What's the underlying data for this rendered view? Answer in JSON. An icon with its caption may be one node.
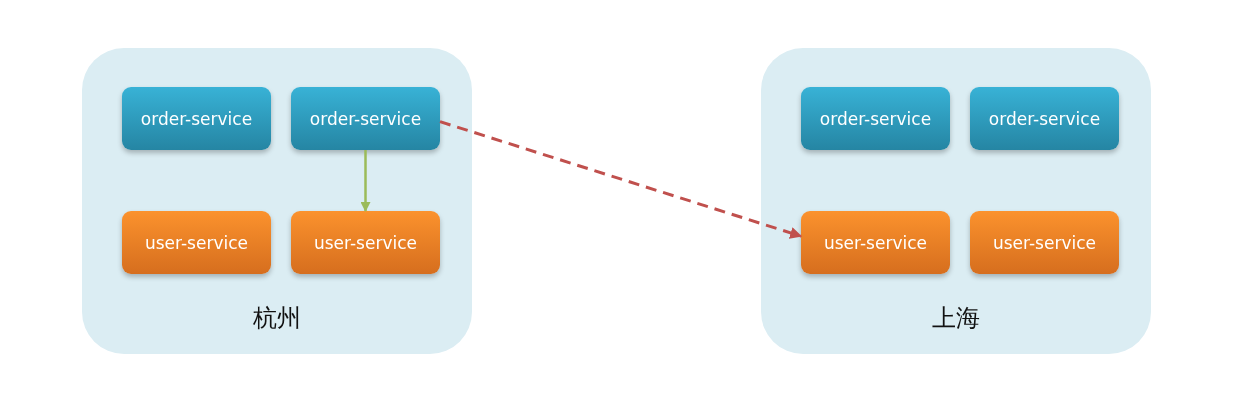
{
  "diagram": {
    "nodes": [
      {
        "text": [
          "杭州"
        ]
      },
      {
        "text": [
          "order-service"
        ],
        "in": 0
      },
      {
        "text": [
          "order-service"
        ],
        "in": 0
      },
      {
        "text": [
          "user-service"
        ],
        "in": 0
      },
      {
        "text": [
          "user-service"
        ],
        "in": 0
      },
      {
        "text": [
          "上海"
        ]
      },
      {
        "text": [
          "order-service"
        ],
        "in": 5
      },
      {
        "text": [
          "order-service"
        ],
        "in": 5
      },
      {
        "text": [
          "user-service"
        ],
        "in": 5
      },
      {
        "text": [
          "user-service"
        ],
        "in": 5
      }
    ],
    "edges": [
      {
        "from": 2,
        "to": 4,
        "arrow": "to",
        "color": "#9bbb59"
      },
      {
        "from": 2,
        "to": 8,
        "arrow": "to",
        "style": "dashed",
        "color": "#c0504d"
      }
    ]
  }
}
